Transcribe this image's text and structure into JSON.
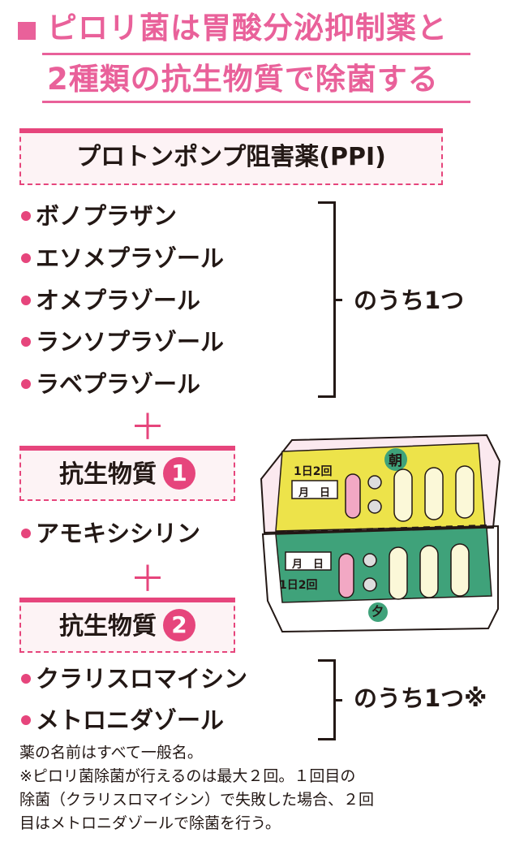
{
  "title": {
    "line1": "ピロリ菌は胃酸分泌抑制薬と",
    "line2": "2種類の抗生物質で除菌する"
  },
  "ppi": {
    "heading": "プロトンポンプ阻害薬(PPI)",
    "drugs": [
      "ボノプラザン",
      "エソメプラゾール",
      "オメプラゾール",
      "ランソプラゾール",
      "ラベプラゾール"
    ],
    "choice": "のうち1つ"
  },
  "plus": "＋",
  "antibiotic1": {
    "heading": "抗生物質",
    "number": "1",
    "drugs": [
      "アモキシシリン"
    ]
  },
  "antibiotic2": {
    "heading": "抗生物質",
    "number": "2",
    "drugs": [
      "クラリスロマイシン",
      "メトロニダゾール"
    ],
    "choice": "のうち1つ※"
  },
  "pill_card": {
    "morning": "朝",
    "evening": "夕",
    "dose": "1日2回",
    "date": "月　日"
  },
  "notes": [
    "薬の名前はすべて一般名。",
    "※ピロリ菌除菌が行えるのは最大２回。１回目の",
    "除菌（クラリスロマイシン）で失敗した場合、２回",
    "目はメトロニダゾールで除菌を行う。"
  ],
  "colors": {
    "accent": "#e6457c",
    "title": "#e9619a",
    "box_bg": "#fdf3f5",
    "yellow": "#ede34a",
    "green": "#3fa27a"
  }
}
